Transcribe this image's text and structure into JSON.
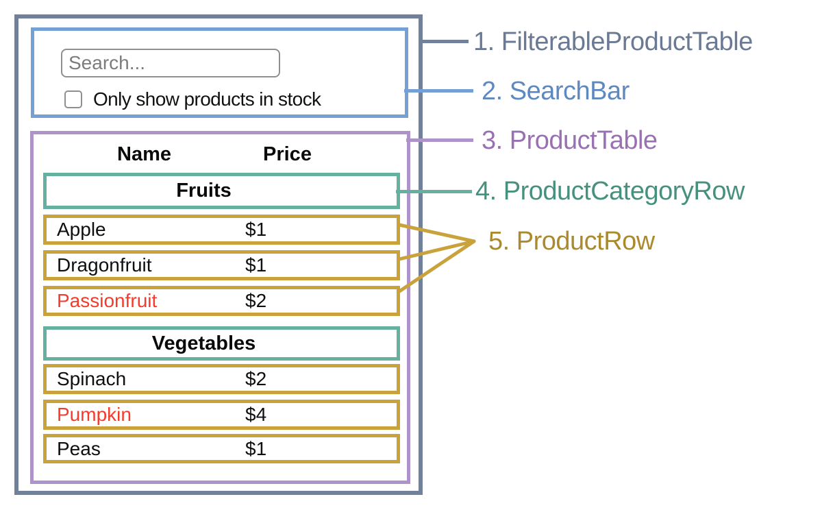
{
  "search_bar": {
    "input_placeholder": "Search...",
    "input_value": "",
    "checkbox_label": "Only show products in stock",
    "checkbox_checked": false
  },
  "product_table": {
    "headers": {
      "name": "Name",
      "price": "Price"
    },
    "sections": [
      {
        "category": "Fruits",
        "rows": [
          {
            "name": "Apple",
            "price": "$1",
            "in_stock": true
          },
          {
            "name": "Dragonfruit",
            "price": "$1",
            "in_stock": true
          },
          {
            "name": "Passionfruit",
            "price": "$2",
            "in_stock": false
          }
        ]
      },
      {
        "category": "Vegetables",
        "rows": [
          {
            "name": "Spinach",
            "price": "$2",
            "in_stock": true
          },
          {
            "name": "Pumpkin",
            "price": "$4",
            "in_stock": false
          },
          {
            "name": "Peas",
            "price": "$1",
            "in_stock": true
          }
        ]
      }
    ]
  },
  "annotations": {
    "items": [
      {
        "label": "1. FilterableProductTable",
        "color": "#6b7a94"
      },
      {
        "label": "2. SearchBar",
        "color": "#5d89c0"
      },
      {
        "label": "3. ProductTable",
        "color": "#9a70b4"
      },
      {
        "label": "4. ProductCategoryRow",
        "color": "#46917e"
      },
      {
        "label": "5. ProductRow",
        "color": "#ab8a2e"
      }
    ]
  },
  "colors": {
    "filterable_product_table_border": "#71809b",
    "search_bar_border": "#74a0d5",
    "product_table_border": "#ae92ca",
    "product_category_row_border": "#66b0a0",
    "product_row_border": "#c9a23c",
    "out_of_stock_text": "#f43b2c"
  }
}
